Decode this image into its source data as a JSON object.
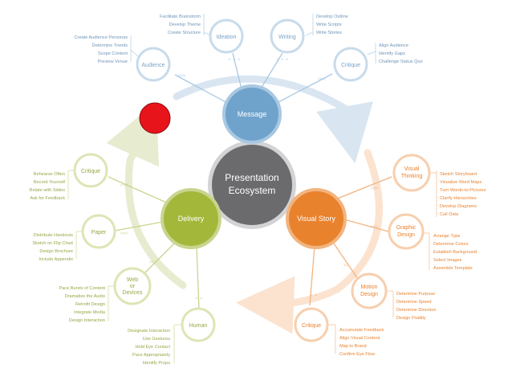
{
  "center": {
    "line1": "Presentation",
    "line2": "Ecosystem"
  },
  "colors": {
    "message": "#6fa3cc",
    "message_light": "#a9c8e2",
    "visual_story": "#e9822d",
    "visual_story_light": "#f2b47f",
    "delivery": "#a3b83a",
    "delivery_light": "#c9d58f",
    "center": "#6b6b6e",
    "marker": "#e8141b",
    "cycle_blue": "#d9e6f1",
    "cycle_orange": "#fbe3cf",
    "cycle_green": "#e7ecd0"
  },
  "hubs": {
    "message": "Message",
    "visual_story": "Visual Story",
    "delivery": "Delivery"
  },
  "nodes": {
    "audience": "Audience",
    "ideation": "Ideation",
    "writing": "Writing",
    "critique_message": "Critique",
    "visual_thinking_1": "Visual",
    "visual_thinking_2": "Thinking",
    "graphic_design_1": "Graphic",
    "graphic_design_2": "Design",
    "motion_design_1": "Motion",
    "motion_design_2": "Design",
    "critique_visual": "Critique",
    "human": "Human",
    "web_1": "Web",
    "web_2": "or",
    "web_3": "Devices",
    "paper": "Paper",
    "critique_delivery": "Critique"
  },
  "lists": {
    "audience": [
      "Create Audience Personas",
      "Determine Trends",
      "Scope Content",
      "Preview Venue"
    ],
    "ideation": [
      "Facilitate Brainstorm",
      "Develop Theme",
      "Create Structure"
    ],
    "writing": [
      "Develop Outline",
      "Write Scripts",
      "Write Stories"
    ],
    "critique_message": [
      "Align Audience",
      "Identify Gaps",
      "Challenge Status Quo"
    ],
    "visual_thinking": [
      "Sketch Storyboard",
      "Visualize Word Maps",
      "Turn Words-to-Pictures",
      "Clarify Hierarchies",
      "Develop Diagrams",
      "Cull Data"
    ],
    "graphic_design": [
      "Arrange Type",
      "Determine Colors",
      "Establish Background",
      "Select Images",
      "Assemble Template"
    ],
    "motion_design": [
      "Determine Purpose",
      "Determine Speed",
      "Determine Direction",
      "Design Fluidity"
    ],
    "critique_visual": [
      "Accumulate Feedback",
      "Align Visual Content",
      "Map to Brand",
      "Confirm Eye Flow"
    ],
    "human": [
      "Designate Interaction",
      "Use Gestures",
      "Hold Eye Contact",
      "Pace Appropriately",
      "Identify Props"
    ],
    "web": [
      "Pace Bursts of Content",
      "Dramatize the Audio",
      "Retrofit Design",
      "Integrate Media",
      "Design Interaction"
    ],
    "paper": [
      "Distribute Handouts",
      "Sketch on Flip Chart",
      "Design Brochure",
      "Include Appendix"
    ],
    "critique_delivery": [
      "Rehearse Often",
      "Record Yourself",
      "Relate with Slides",
      "Ask for Feedback"
    ]
  }
}
